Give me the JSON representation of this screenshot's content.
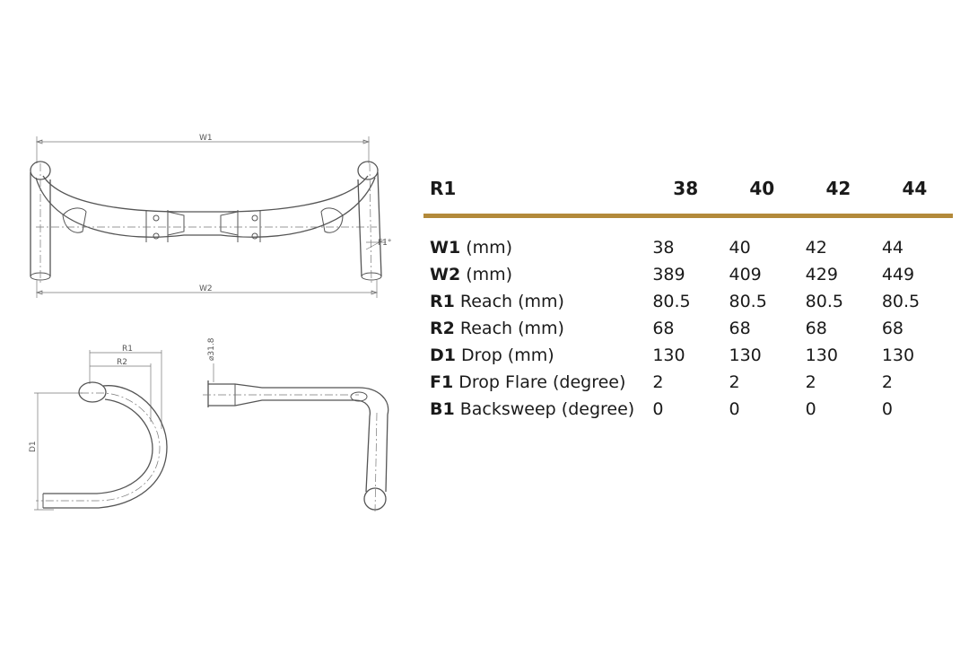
{
  "drawing": {
    "labels": {
      "w1": "W1",
      "w2": "W2",
      "f1": "F1°",
      "r1": "R1",
      "r2": "R2",
      "d1": "D1",
      "dia": "⌀31.8"
    }
  },
  "table": {
    "header": {
      "label": "R1",
      "sizes": [
        "38",
        "40",
        "42",
        "44"
      ]
    },
    "rows": [
      {
        "code": "W1",
        "label": " (mm)",
        "values": [
          "38",
          "40",
          "42",
          "44"
        ]
      },
      {
        "code": "W2",
        "label": " (mm)",
        "values": [
          "389",
          "409",
          "429",
          "449"
        ]
      },
      {
        "code": "R1",
        "label": " Reach (mm)",
        "values": [
          "80.5",
          "80.5",
          "80.5",
          "80.5"
        ]
      },
      {
        "code": "R2",
        "label": " Reach (mm)",
        "values": [
          "68",
          "68",
          "68",
          "68"
        ]
      },
      {
        "code": "D1",
        "label": " Drop (mm)",
        "values": [
          "130",
          "130",
          "130",
          "130"
        ]
      },
      {
        "code": "F1",
        "label": " Drop Flare (degree)",
        "values": [
          "2",
          "2",
          "2",
          "2"
        ]
      },
      {
        "code": "B1",
        "label": " Backsweep (degree)",
        "values": [
          "0",
          "0",
          "0",
          "0"
        ]
      }
    ],
    "accent_color": "#b38a3a"
  }
}
